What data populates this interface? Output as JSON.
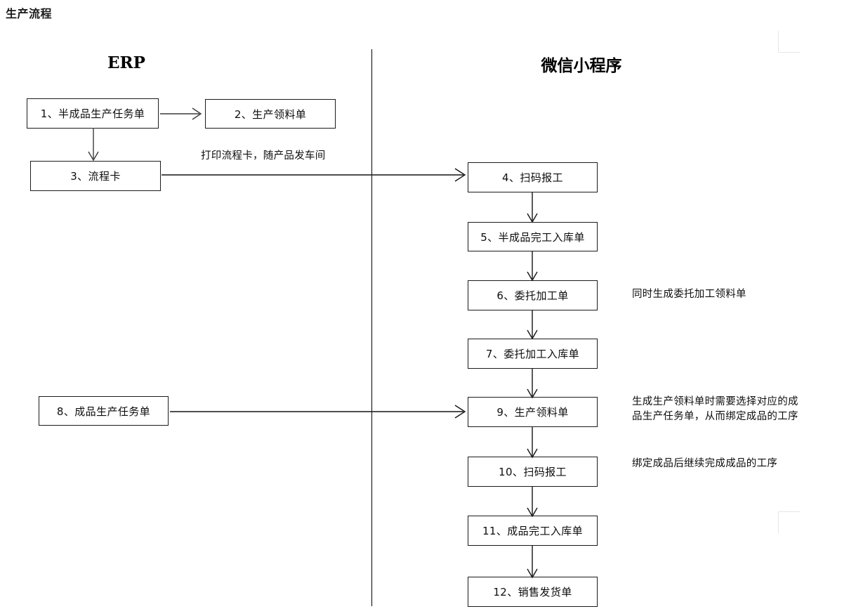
{
  "page": {
    "title": "生产流程"
  },
  "lanes": [
    {
      "id": "erp",
      "label": "ERP"
    },
    {
      "id": "wechat",
      "label": "微信小程序"
    }
  ],
  "boxes": [
    {
      "id": "n1",
      "label": "1、半成品生产任务单",
      "lane": "erp"
    },
    {
      "id": "n2",
      "label": "2、生产领料单",
      "lane": "erp"
    },
    {
      "id": "n3",
      "label": "3、流程卡",
      "lane": "erp"
    },
    {
      "id": "n8",
      "label": "8、成品生产任务单",
      "lane": "erp"
    },
    {
      "id": "n4",
      "label": "4、扫码报工",
      "lane": "wechat"
    },
    {
      "id": "n5",
      "label": "5、半成品完工入库单",
      "lane": "wechat"
    },
    {
      "id": "n6",
      "label": "6、委托加工单",
      "lane": "wechat"
    },
    {
      "id": "n7",
      "label": "7、委托加工入库单",
      "lane": "wechat"
    },
    {
      "id": "n9",
      "label": "9、生产领料单",
      "lane": "wechat"
    },
    {
      "id": "n10",
      "label": "10、扫码报工",
      "lane": "wechat"
    },
    {
      "id": "n11",
      "label": "11、成品完工入库单",
      "lane": "wechat"
    },
    {
      "id": "n12",
      "label": "12、销售发货单",
      "lane": "wechat"
    }
  ],
  "notes": [
    {
      "id": "note_print",
      "text": "打印流程卡，随产品发车间"
    },
    {
      "id": "note_entrust",
      "text": "同时生成委托加工领料单"
    },
    {
      "id": "note_pick",
      "text": "生成生产领料单时需要选择对应的成\n品生产任务单，从而绑定成品的工序"
    },
    {
      "id": "note_bind",
      "text": "绑定成品后继续完成成品的工序"
    }
  ],
  "edges": [
    {
      "from": "n1",
      "to": "n2",
      "kind": "horizontal-arrow"
    },
    {
      "from": "n1",
      "to": "n3",
      "kind": "vertical-arrow"
    },
    {
      "from": "n3",
      "to": "n4",
      "kind": "cross-lane-arrow"
    },
    {
      "from": "n4",
      "to": "n5",
      "kind": "vertical-arrow"
    },
    {
      "from": "n5",
      "to": "n6",
      "kind": "vertical-arrow"
    },
    {
      "from": "n6",
      "to": "n7",
      "kind": "vertical-arrow"
    },
    {
      "from": "n7",
      "to": "n9",
      "kind": "vertical-arrow"
    },
    {
      "from": "n8",
      "to": "n9",
      "kind": "cross-lane-arrow"
    },
    {
      "from": "n9",
      "to": "n10",
      "kind": "vertical-arrow"
    },
    {
      "from": "n10",
      "to": "n11",
      "kind": "vertical-arrow"
    },
    {
      "from": "n11",
      "to": "n12",
      "kind": "vertical-arrow"
    }
  ],
  "colors": {
    "background": "#ffffff",
    "box_border": "#1b1b1b",
    "connector": "#3a3a3a",
    "text": "#0d0d0d",
    "divider": "#000000",
    "margin_mark": "#b9b9b9"
  }
}
